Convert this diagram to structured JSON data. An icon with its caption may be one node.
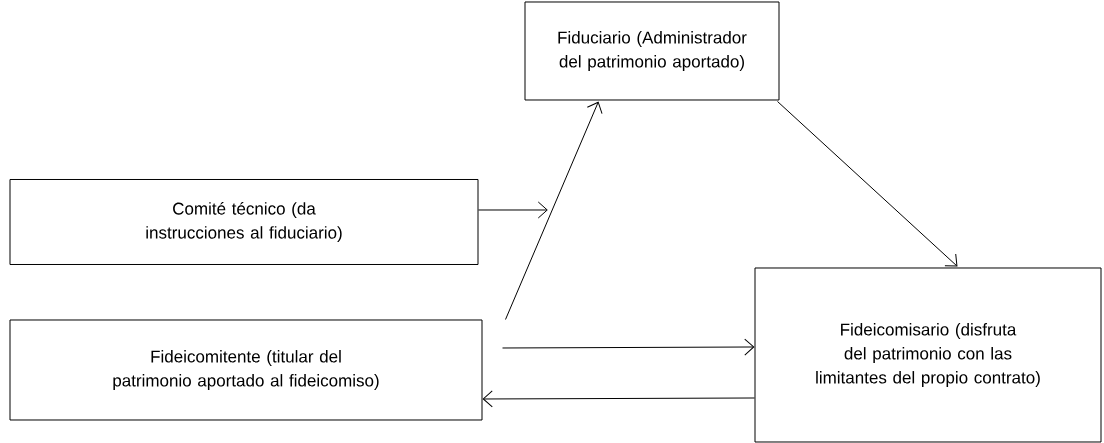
{
  "diagram": {
    "nodes": [
      {
        "text": [
          "Fiduciario (Administrador del patrimonio aportado)"
        ]
      },
      {
        "text": [
          "Comité técnico (da instrucciones al fiduciario)"
        ]
      },
      {
        "text": [
          "Fideicomitente (titular del patrimonio aportado al fideicomiso)"
        ]
      },
      {
        "text": [
          "Fideicomisario (disfruta del patrimonio con las limitantes del propio contrato)"
        ]
      }
    ],
    "edges": [
      {
        "from": 1,
        "to": null,
        "arrow": "to"
      },
      {
        "from": 2,
        "to": 0,
        "arrow": "to"
      },
      {
        "from": 0,
        "to": 3,
        "arrow": "to"
      },
      {
        "from": 2,
        "to": 3,
        "arrow": "to"
      },
      {
        "from": 3,
        "to": 2,
        "arrow": "to"
      }
    ]
  }
}
